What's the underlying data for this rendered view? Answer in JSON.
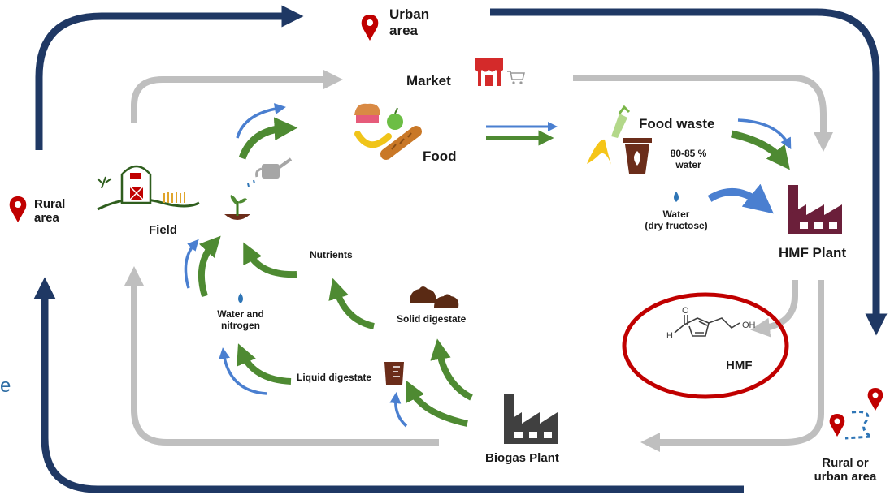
{
  "labels": {
    "urban_area": "Urban\narea",
    "rural_area": "Rural\narea",
    "market": "Market",
    "food": "Food",
    "food_waste": "Food waste",
    "water_percent": "80-85 %\nwater",
    "water_dry_fructose": "Water\n(dry fructose)",
    "hmf_plant": "HMF Plant",
    "hmf": "HMF",
    "field": "Field",
    "nutrients": "Nutrients",
    "solid_digestate": "Solid digestate",
    "water_and_nitrogen": "Water and\nnitrogen",
    "liquid_digestate": "Liquid digestate",
    "biogas_plant": "Biogas Plant",
    "rural_or_urban": "Rural or\nurban area",
    "molecule_o": "O",
    "molecule_oh": "OH",
    "molecule_h": "H",
    "cut_edge_text": "e"
  },
  "colors": {
    "navy": "#1f3864",
    "gray": "#bfbfbf",
    "green": "#4e8a32",
    "blue": "#4a7fd0",
    "red_pin": "#c00000",
    "ellipse": "#c00000",
    "factory": "#6b1f3a",
    "biogas_factory": "#404040",
    "brown": "#6b2d1a"
  }
}
